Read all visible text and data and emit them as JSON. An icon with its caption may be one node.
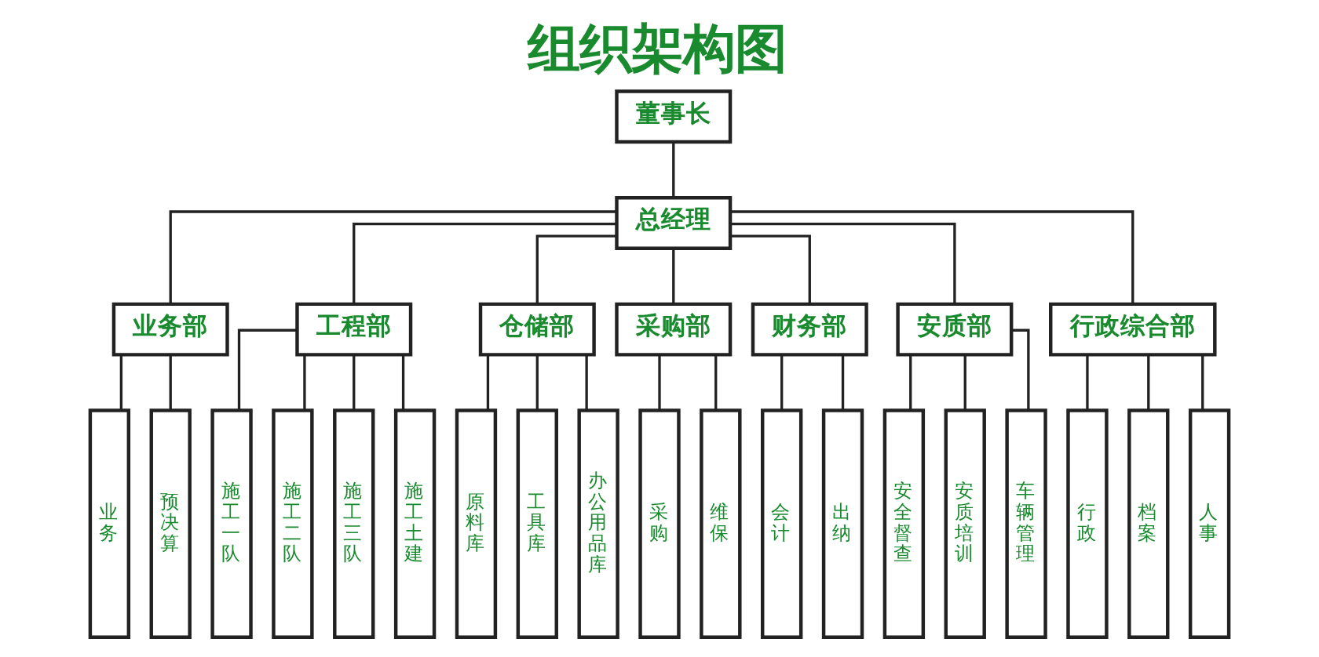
{
  "diagram": {
    "title": "组织架构图",
    "nodes": [
      {
        "text": [
          "董事长"
        ]
      },
      {
        "text": [
          "总经理"
        ]
      },
      {
        "text": [
          "业务部"
        ]
      },
      {
        "text": [
          "工程部"
        ]
      },
      {
        "text": [
          "仓储部"
        ]
      },
      {
        "text": [
          "采购部"
        ]
      },
      {
        "text": [
          "财务部"
        ]
      },
      {
        "text": [
          "安质部"
        ]
      },
      {
        "text": [
          "行政综合部"
        ]
      },
      {
        "text": [
          "业务"
        ]
      },
      {
        "text": [
          "预决算"
        ]
      },
      {
        "text": [
          "施工一队"
        ]
      },
      {
        "text": [
          "施工二队"
        ]
      },
      {
        "text": [
          "施工三队"
        ]
      },
      {
        "text": [
          "施工土建"
        ]
      },
      {
        "text": [
          "原料库"
        ]
      },
      {
        "text": [
          "工具库"
        ]
      },
      {
        "text": [
          "办公用品库"
        ]
      },
      {
        "text": [
          "采购"
        ]
      },
      {
        "text": [
          "维保"
        ]
      },
      {
        "text": [
          "会计"
        ]
      },
      {
        "text": [
          "出纳"
        ]
      },
      {
        "text": [
          "安全督查"
        ]
      },
      {
        "text": [
          "安质培训"
        ]
      },
      {
        "text": [
          "车辆管理"
        ]
      },
      {
        "text": [
          "行政"
        ]
      },
      {
        "text": [
          "档案"
        ]
      },
      {
        "text": [
          "人事"
        ]
      }
    ],
    "edges": [
      {
        "from": 0,
        "to": 1,
        "arrow": "none"
      },
      {
        "from": 1,
        "to": 2,
        "arrow": "none"
      },
      {
        "from": 1,
        "to": 3,
        "arrow": "none"
      },
      {
        "from": 1,
        "to": 4,
        "arrow": "none"
      },
      {
        "from": 1,
        "to": 5,
        "arrow": "none"
      },
      {
        "from": 1,
        "to": 6,
        "arrow": "none"
      },
      {
        "from": 1,
        "to": 7,
        "arrow": "none"
      },
      {
        "from": 1,
        "to": 8,
        "arrow": "none"
      },
      {
        "from": 2,
        "to": 9,
        "arrow": "none"
      },
      {
        "from": 2,
        "to": 10,
        "arrow": "none"
      },
      {
        "from": 3,
        "to": 11,
        "arrow": "none"
      },
      {
        "from": 3,
        "to": 12,
        "arrow": "none"
      },
      {
        "from": 3,
        "to": 13,
        "arrow": "none"
      },
      {
        "from": 3,
        "to": 14,
        "arrow": "none"
      },
      {
        "from": 4,
        "to": 15,
        "arrow": "none"
      },
      {
        "from": 4,
        "to": 16,
        "arrow": "none"
      },
      {
        "from": 4,
        "to": 17,
        "arrow": "none"
      },
      {
        "from": 5,
        "to": 18,
        "arrow": "none"
      },
      {
        "from": 5,
        "to": 19,
        "arrow": "none"
      },
      {
        "from": 6,
        "to": 20,
        "arrow": "none"
      },
      {
        "from": 6,
        "to": 21,
        "arrow": "none"
      },
      {
        "from": 7,
        "to": 22,
        "arrow": "none"
      },
      {
        "from": 7,
        "to": 23,
        "arrow": "none"
      },
      {
        "from": 7,
        "to": 24,
        "arrow": "none"
      },
      {
        "from": 8,
        "to": 25,
        "arrow": "none"
      },
      {
        "from": 8,
        "to": 26,
        "arrow": "none"
      },
      {
        "from": 8,
        "to": 27,
        "arrow": "none"
      }
    ]
  }
}
